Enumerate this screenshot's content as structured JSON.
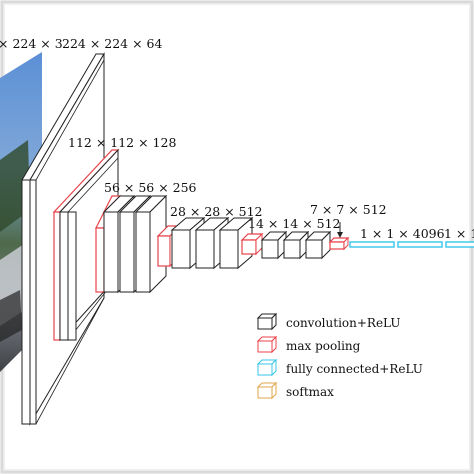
{
  "labels": {
    "input": "× 224 × 3",
    "conv1": "224 × 224 × 64",
    "conv2": "112 × 112 × 128",
    "conv3": "56 × 56 × 256",
    "conv4": "28 × 28 × 512",
    "conv5": "14 × 14 × 512",
    "pool5": "7 × 7 × 512",
    "fc1": "1 × 1 × 4096",
    "fc2": "1 × 1"
  },
  "legend": {
    "conv": "convolution+ReLU",
    "pool": "max pooling",
    "fc": "fully connected+ReLU",
    "softmax": "softmax"
  },
  "colors": {
    "conv": "#222222",
    "pool": "#e8424a",
    "fc": "#35c6e8",
    "softmax": "#e0a64a",
    "frame": "#bdbdbd"
  }
}
